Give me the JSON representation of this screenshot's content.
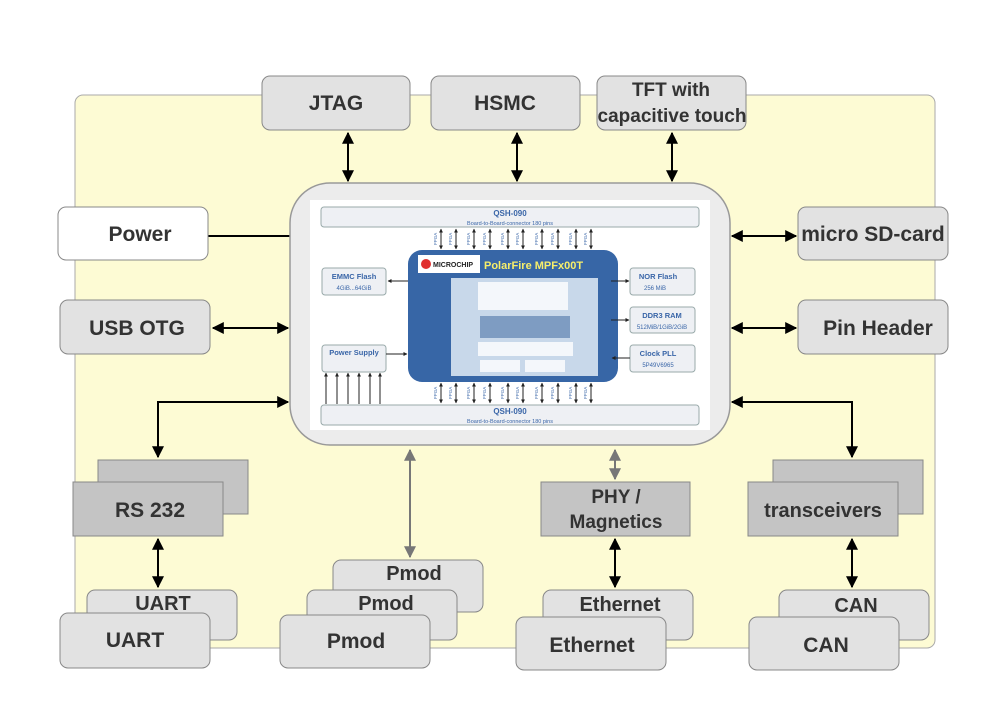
{
  "colors": {
    "background": "#fdfbd4",
    "box_fill": "#e2e2e2",
    "dark_box_fill": "#c4c4c4",
    "chip_blue": "#3766a6",
    "chip_title": "#f7ef6a",
    "inner_text_blue": "#3a66a8"
  },
  "peripherals": {
    "jtag": "JTAG",
    "hsmc": "HSMC",
    "tft_line1": "TFT with",
    "tft_line2": "capacitive touch",
    "power": "Power",
    "usb_otg": "USB OTG",
    "micro_sd": "micro SD-card",
    "pin_header": "Pin Header",
    "rs232": "RS 232",
    "phy_line1": "PHY /",
    "phy_line2": "Magnetics",
    "transceivers": "transceivers",
    "uart": "UART",
    "pmod": "Pmod",
    "ethernet": "Ethernet",
    "can": "CAN"
  },
  "module": {
    "connector_title": "QSH-090",
    "connector_subtitle": "Board-to-Board-connector 180 pins",
    "fpga_label": "FPGA",
    "vendor_logo": "MICROCHIP",
    "chip_title": "PolarFire MPFx00T",
    "emmc_title": "EMMC Flash",
    "emmc_size": "4GiB...64GiB",
    "power_supply": "Power Supply",
    "nor_title": "NOR Flash",
    "nor_size": "256 MiB",
    "ddr_title": "DDR3 RAM",
    "ddr_size": "512MiB/1GiB/2GiB",
    "pll_title": "Clock PLL",
    "pll_part": "5P49V6965"
  }
}
